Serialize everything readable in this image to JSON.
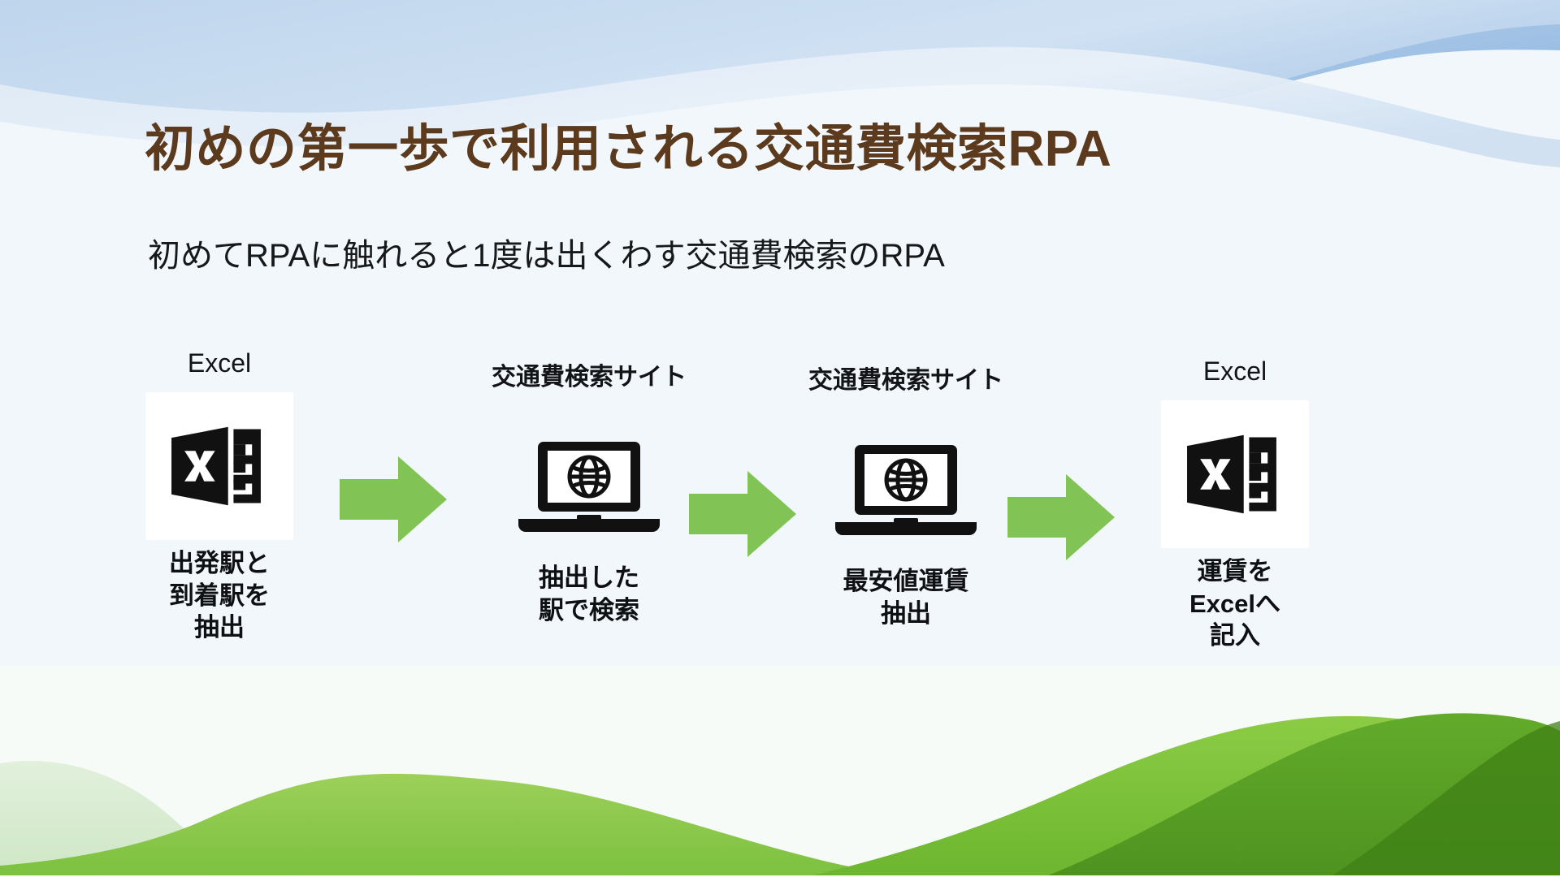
{
  "slide": {
    "title": "初めの第一歩で利用される交通費検索RPA",
    "subtitle": "初めてRPAに触れると1度は出くわす交通費検索のRPA",
    "title_color": "#5b3a1e",
    "background_color": "#f2f7fb",
    "arrow_color": "#82c355"
  },
  "flow": {
    "steps": [
      {
        "top_label": "Excel",
        "icon": "excel-icon",
        "caption": "出発駅と\n到着駅を\n抽出"
      },
      {
        "top_label": "交通費検索サイト",
        "icon": "laptop-globe-icon",
        "caption": "抽出した\n駅で検索"
      },
      {
        "top_label": "交通費検索サイト",
        "icon": "laptop-globe-icon",
        "caption": "最安値運賃\n抽出"
      },
      {
        "top_label": "Excel",
        "icon": "excel-icon",
        "caption": "運賃を\nExcelへ\n記入"
      }
    ],
    "arrows": [
      {
        "icon": "right-arrow-icon"
      },
      {
        "icon": "right-arrow-icon"
      },
      {
        "icon": "right-arrow-icon"
      }
    ]
  }
}
